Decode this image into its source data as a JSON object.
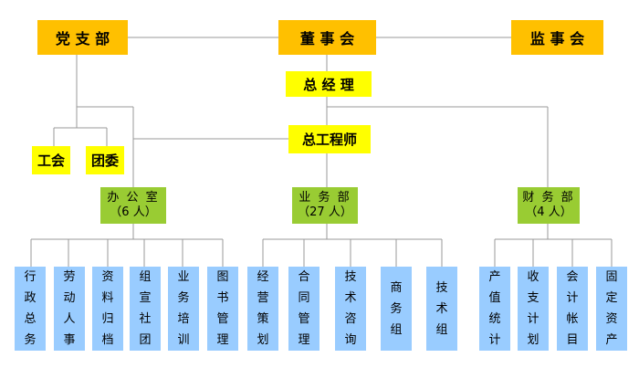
{
  "top": {
    "party_branch": "党 支 部",
    "board": "董 事 会",
    "supervisory_board": "监 事 会"
  },
  "middle": {
    "general_manager": "总 经 理",
    "chief_engineer": "总工程师",
    "trade_union": "工会",
    "youth_league": "团委"
  },
  "departments": [
    {
      "name": "办 公 室",
      "count": "（6 人）"
    },
    {
      "name": "业 务 部",
      "count": "（27 人）"
    },
    {
      "name": "财 务 部",
      "count": "（4 人）"
    }
  ],
  "office_units": [
    [
      "行",
      "政",
      "总",
      "务"
    ],
    [
      "劳",
      "动",
      "人",
      "事"
    ],
    [
      "资",
      "料",
      "归",
      "档"
    ],
    [
      "组",
      "宣",
      "社",
      "团"
    ],
    [
      "业",
      "务",
      "培",
      "训"
    ],
    [
      "图",
      "书",
      "管",
      "理"
    ]
  ],
  "business_units": [
    [
      "经",
      "营",
      "策",
      "划"
    ],
    [
      "合",
      "同",
      "管",
      "理"
    ],
    [
      "技",
      "术",
      "咨",
      "询"
    ],
    [
      "商",
      "务",
      "组"
    ],
    [
      "技",
      "术",
      "组"
    ]
  ],
  "finance_units": [
    [
      "产",
      "值",
      "统",
      "计"
    ],
    [
      "收",
      "支",
      "计",
      "划"
    ],
    [
      "会",
      "计",
      "帐",
      "目"
    ],
    [
      "固",
      "定",
      "资",
      "产"
    ]
  ],
  "colors": {
    "top_box": "#ffc000",
    "middle_box": "#ffff00",
    "department_box": "#99cc33",
    "unit_box": "#99ccff",
    "line": "#999999"
  }
}
